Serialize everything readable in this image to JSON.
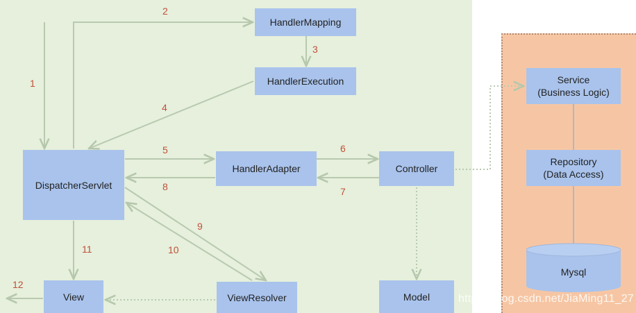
{
  "nodes": {
    "handler_mapping": "HandlerMapping",
    "handler_execution": "HandlerExecution",
    "dispatcher_servlet": "DispatcherServlet",
    "handler_adapter": "HandlerAdapter",
    "controller": "Controller",
    "view_resolver": "ViewResolver",
    "view": "View",
    "model": "Model",
    "service_line1": "Service",
    "service_line2": "(Business Logic)",
    "repository_line1": "Repository",
    "repository_line2": "(Data Access)",
    "mysql": "Mysql"
  },
  "steps": [
    "1",
    "2",
    "3",
    "4",
    "5",
    "6",
    "7",
    "8",
    "9",
    "10",
    "11",
    "12"
  ],
  "watermark": "https://blog.csdn.net/JiaMing11_27",
  "colors": {
    "node_fill": "#a9c3ec",
    "arrow": "#b9c9b0",
    "step_label": "#c0503b",
    "left_panel": "#e6f0dc",
    "right_panel": "#f6c6a4"
  }
}
